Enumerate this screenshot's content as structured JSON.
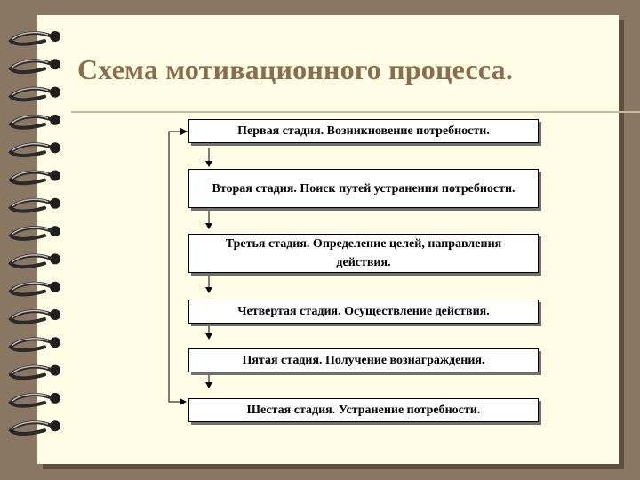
{
  "title": "Схема мотивационного процесса.",
  "stages": [
    "Первая стадия. Возникновение потребности.",
    "Вторая  стадия. Поиск путей устранения потребности.",
    "Третья  стадия. Определение целей, направления действия.",
    "Четвертая стадия. Осуществление действия.",
    "Пятая стадия. Получение вознаграждения.",
    "Шестая стадия. Устранение потребности."
  ],
  "colors": {
    "background": "#8a7763",
    "page": "#fffde6",
    "title": "#8b6d4c",
    "box_border": "#000000"
  },
  "icons": [
    "spiral-binding-ring"
  ]
}
